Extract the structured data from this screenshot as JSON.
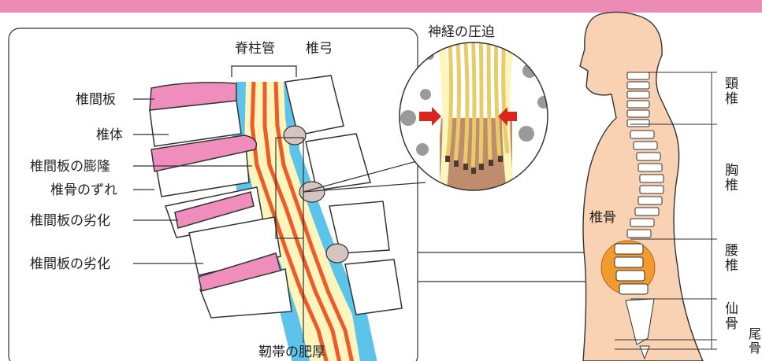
{
  "colors": {
    "top_bar": "#EC8CB4",
    "disc": "#EF8EBD",
    "canal_blue": "#5CC3EA",
    "canal_yellow": "#FDF5BE",
    "nerve_red": "#EF5A2B",
    "ligament": "#D6C4C0",
    "skin": "#F9D1B3",
    "lumbar_highlight": "#F39A2E",
    "arrow_red": "#D8261C",
    "tissue_brown": "#C08C6E"
  },
  "labels": {
    "spinal_canal": "脊柱管",
    "vertebral_arch": "椎弓",
    "disc": "椎間板",
    "vertebral_body": "椎体",
    "disc_bulge": "椎間板の膨隆",
    "slip": "椎骨のずれ",
    "disc_degeneration_1": "椎間板の劣化",
    "disc_degeneration_2": "椎間板の劣化",
    "ligament_thickening": "靭帯の肥厚",
    "nerve_compression": "神経の圧迫",
    "vertebra": "椎骨"
  },
  "regions": {
    "cervical": "頸椎",
    "thoracic": "胸椎",
    "lumbar": "腰椎",
    "sacrum": "仙骨",
    "coccyx": "尾骨"
  }
}
